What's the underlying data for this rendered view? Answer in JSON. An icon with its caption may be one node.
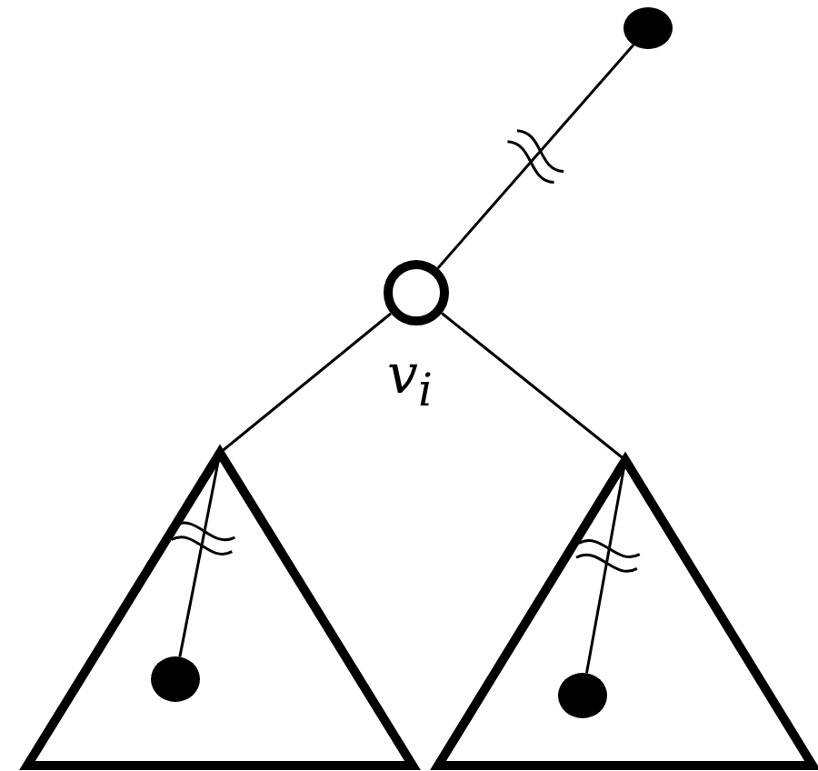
{
  "diagram": {
    "nodes": [
      {
        "text": [],
        "shape": "circle"
      },
      {
        "text": [],
        "shape": "circle",
        "beside": [
          "v$_{i}$"
        ]
      },
      {
        "text": [],
        "shape": "triangle"
      },
      {
        "text": [],
        "shape": "circle",
        "in": 2
      },
      {
        "text": [],
        "shape": "triangle"
      },
      {
        "text": [],
        "shape": "circle",
        "in": 4
      }
    ],
    "edges": [
      {
        "from": 0,
        "to": 1,
        "arrow": "none"
      },
      {
        "from": 1,
        "to": 2,
        "arrow": "none"
      },
      {
        "from": 1,
        "to": 4,
        "arrow": "none"
      },
      {
        "from": 2,
        "to": 3,
        "arrow": "none"
      },
      {
        "from": 4,
        "to": 5,
        "arrow": "none"
      }
    ]
  }
}
